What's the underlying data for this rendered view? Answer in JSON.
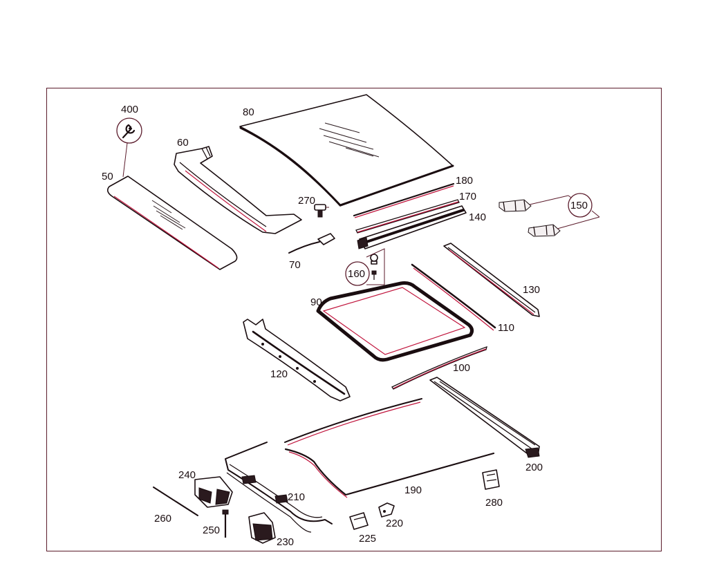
{
  "accent_color": "#c0143c",
  "line_color": "#1a0d10",
  "callouts": {
    "c400": "400",
    "c50": "50",
    "c60": "60",
    "c80": "80",
    "c270": "270",
    "c70": "70",
    "c180": "180",
    "c170": "170",
    "c140": "140",
    "c150": "150",
    "c160": "160",
    "c90": "90",
    "c130": "130",
    "c110": "110",
    "c120": "120",
    "c100": "100",
    "c200": "200",
    "c240": "240",
    "c210": "210",
    "c190": "190",
    "c280": "280",
    "c260": "260",
    "c250": "250",
    "c230": "230",
    "c225": "225",
    "c220": "220"
  },
  "icons": {
    "service_tool": "wrench-icon"
  }
}
